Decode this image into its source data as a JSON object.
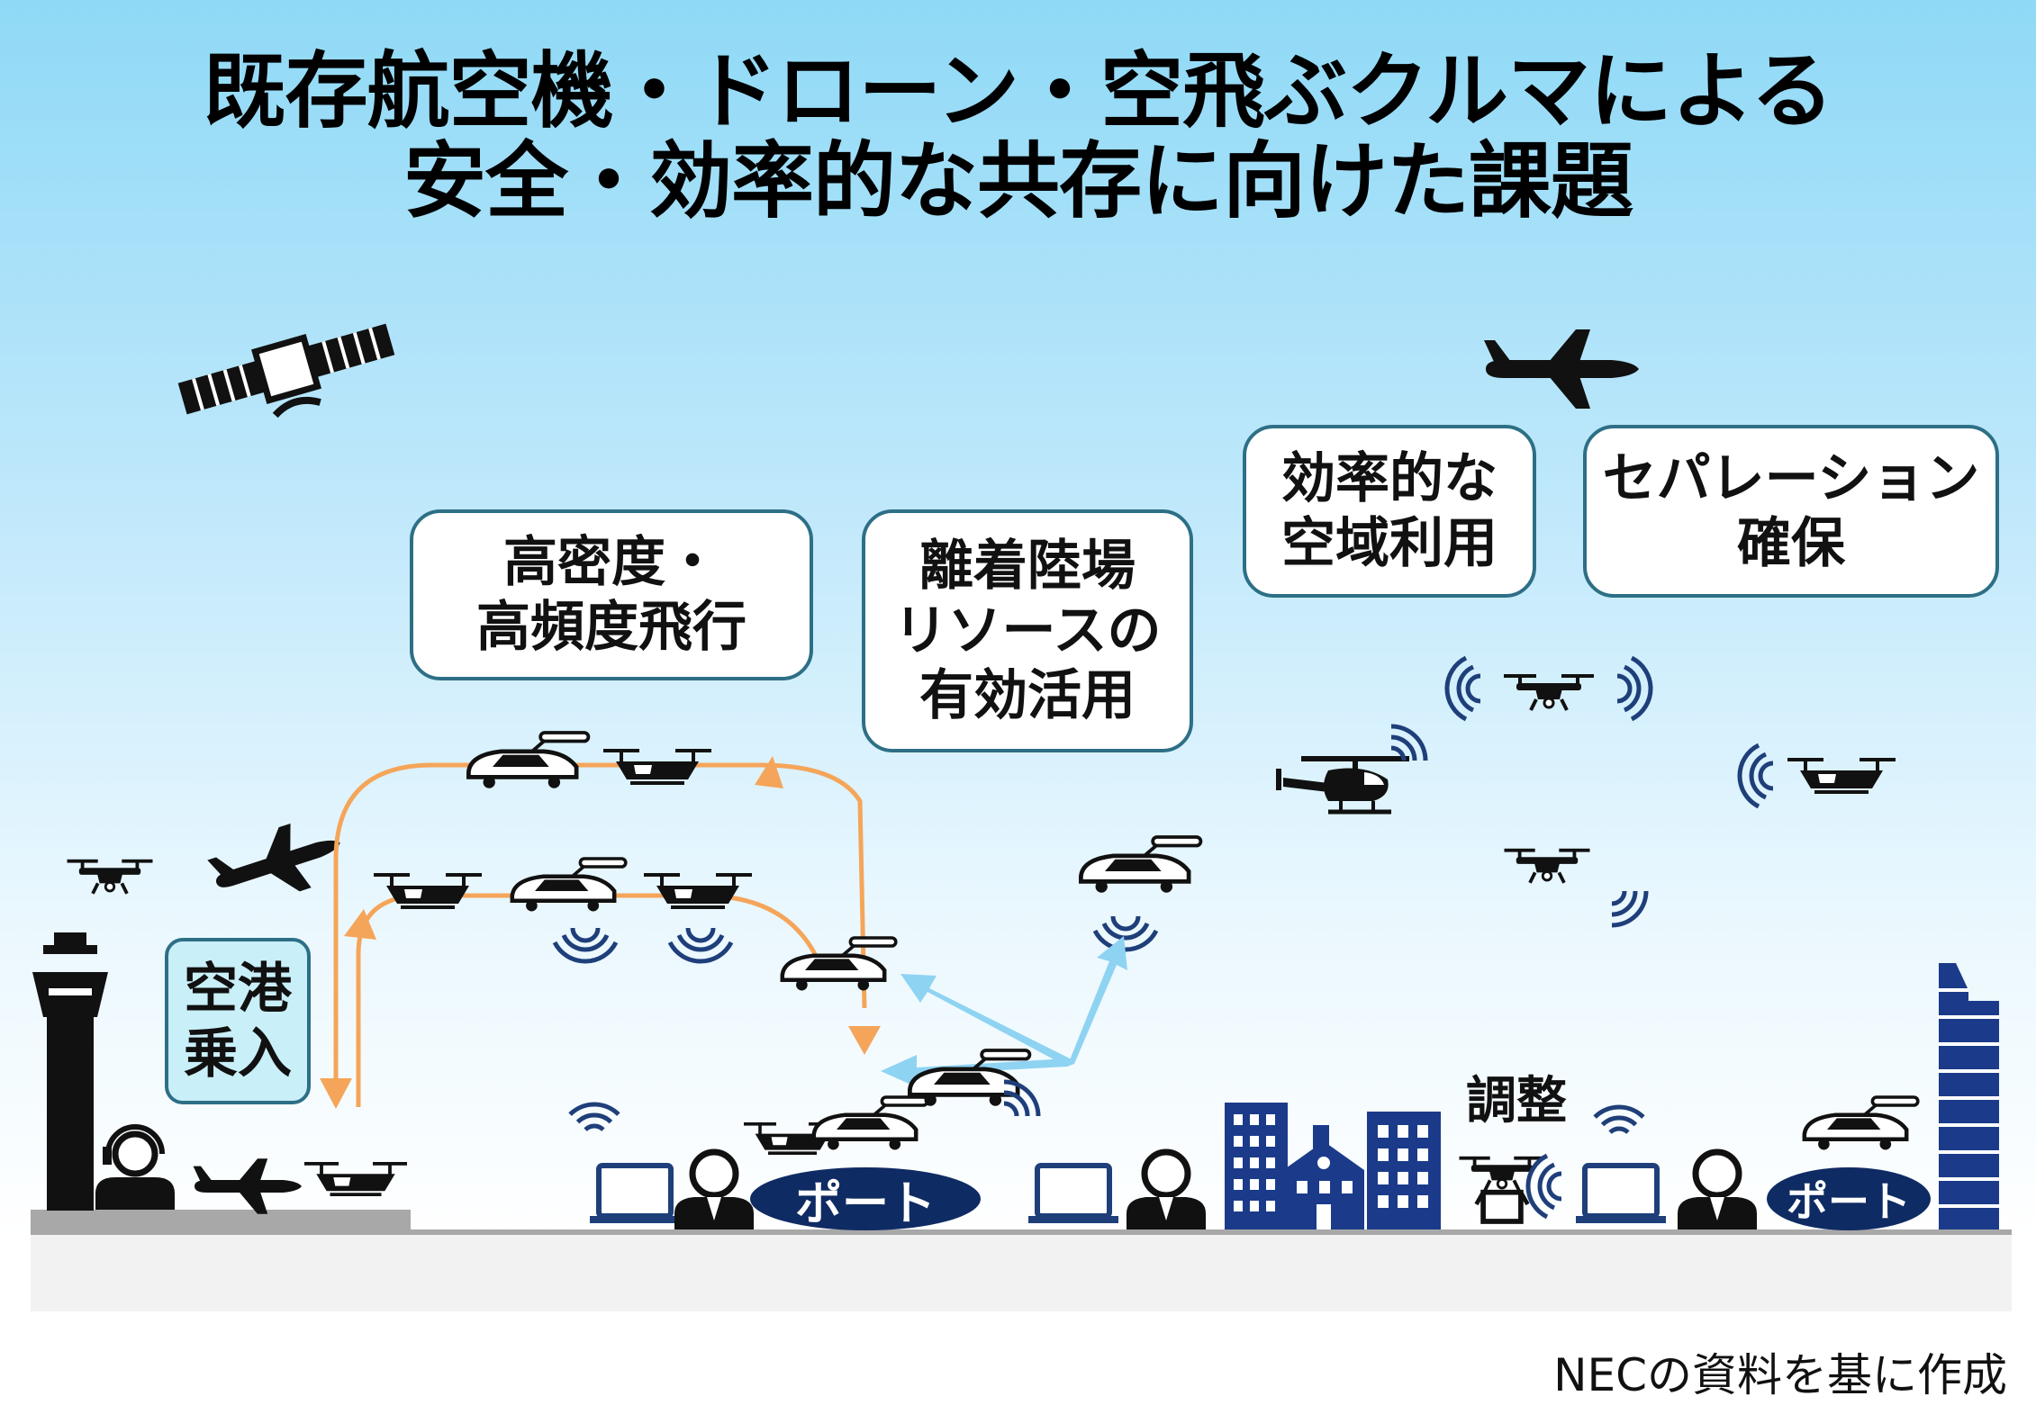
{
  "title": {
    "line1": "既存航空機・ドローン・空飛ぶクルマによる",
    "line2": "安全・効率的な共存に向けた課題"
  },
  "bubbles": {
    "high_density": [
      "高密度・",
      "高頻度飛行"
    ],
    "vertiport": [
      "離着陸場",
      "リソースの",
      "有効活用"
    ],
    "airspace": [
      "効率的な",
      "空域利用"
    ],
    "separation": [
      "セパレーション",
      "確保"
    ]
  },
  "airport_label": [
    "空港",
    "乗入"
  ],
  "port_label_1": "ポート",
  "port_label_2": "ポート",
  "coordination_label": "調整",
  "credit": "NECの資料を基に作成",
  "colors": {
    "sky_top": "#8fd9f6",
    "route_arrow": "#f5a55a",
    "comm_arrow": "#8fd3f2",
    "signal": "#1f3f7a",
    "port": "#0f2b63",
    "bubble_border": "#2d6f86",
    "building": "#1b3b8a"
  },
  "icons": [
    "satellite-icon",
    "airplane-icon",
    "drone-icon",
    "flying-car-icon",
    "helicopter-icon",
    "control-tower-icon",
    "operator-icon",
    "laptop-icon",
    "signal-icon",
    "building-icon",
    "house-icon",
    "skyscraper-icon"
  ]
}
